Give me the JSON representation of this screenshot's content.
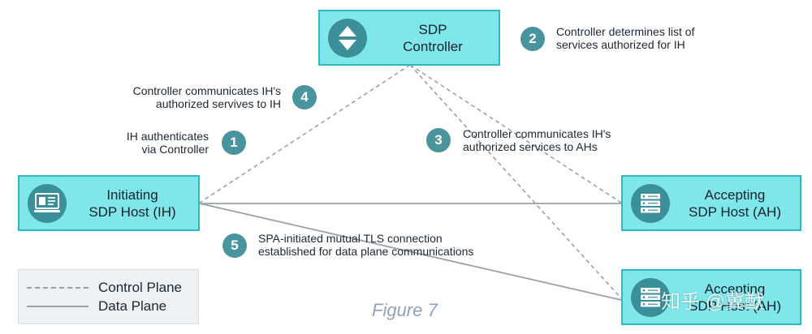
{
  "controller": {
    "title_line1": "SDP",
    "title_line2": "Controller",
    "icon": "up-down-arrows-icon"
  },
  "initiating_host": {
    "line1": "Initiating",
    "line2": "SDP Host (IH)",
    "icon": "monitor-icon"
  },
  "accepting_hosts": [
    {
      "line1": "Accepting",
      "line2": "SDP Host (AH)",
      "icon": "server-icon"
    },
    {
      "line1": "Accepting",
      "line2": "SDP Host (AH)",
      "icon": "server-icon"
    }
  ],
  "steps": [
    {
      "number": "1",
      "line1": "IH authenticates",
      "line2": "via Controller"
    },
    {
      "number": "2",
      "line1": "Controller determines list of",
      "line2": "services authorized for IH"
    },
    {
      "number": "3",
      "line1": "Controller communicates IH's",
      "line2": "authorized services to AHs"
    },
    {
      "number": "4",
      "line1": "Controller communicates IH's",
      "line2": "authorized servives to IH"
    },
    {
      "number": "5",
      "line1": "SPA-initiated mutual TLS connection",
      "line2": "established for data plane communications"
    }
  ],
  "legend": {
    "control_plane": "Control Plane",
    "data_plane": "Data Plane"
  },
  "caption": "Figure 7",
  "watermark": "知乎 @冀猷",
  "colors": {
    "box_fill": "#7fe7ea",
    "box_border": "#2fb8bf",
    "badge": "#4a959d",
    "icon_circle": "#3a8f99",
    "line": "#9aa2a9"
  }
}
